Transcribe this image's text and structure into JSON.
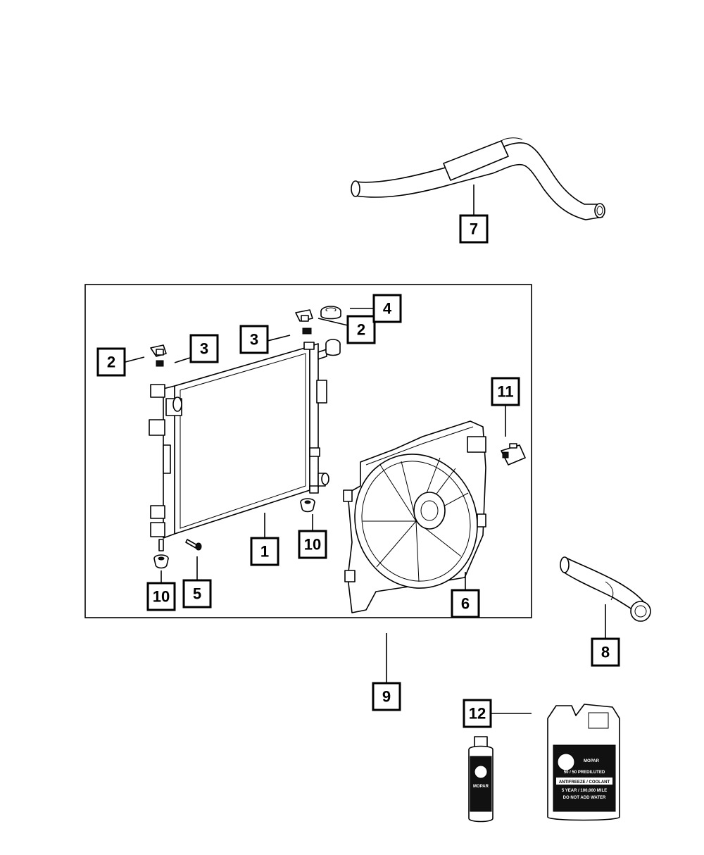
{
  "callouts": {
    "c1": "1",
    "c2a": "2",
    "c2b": "2",
    "c3a": "3",
    "c3b": "3",
    "c4": "4",
    "c5": "5",
    "c6": "6",
    "c7": "7",
    "c8": "8",
    "c9": "9",
    "c10a": "10",
    "c10b": "10",
    "c11": "11",
    "c12": "12"
  },
  "labels": {
    "brand": "MOPAR",
    "jug_line1": "50 / 50 PREDILUTED",
    "jug_line2": "ANTIFREEZE / COOLANT",
    "jug_line3": "5 YEAR / 100,000 MILE",
    "jug_line4": "DO NOT ADD WATER"
  }
}
